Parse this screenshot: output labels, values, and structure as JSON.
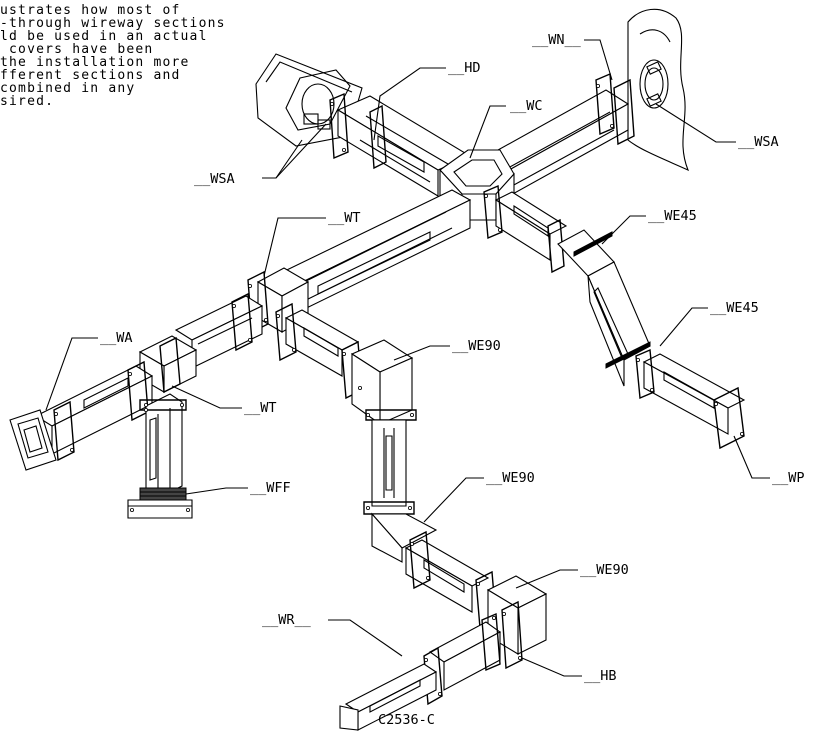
{
  "note": {
    "lines": [
      "ustrates how most of",
      "-through wireway sections",
      "ld be used in an actual",
      " covers have been",
      "the installation more",
      "fferent sections and",
      "combined in any",
      "sired."
    ]
  },
  "callouts": {
    "wn": "__WN__",
    "hd": "__HD",
    "wc": "__WC",
    "wsa_left": "__WSA",
    "wsa_right": "__WSA",
    "wt_top": "__WT",
    "we45_top": "__WE45",
    "we45_bottom": "__WE45",
    "wa": "__WA",
    "we90_mid": "__WE90",
    "wt_bottom": "__WT",
    "wp": "__WP",
    "wff": "__WFF",
    "we90_lower": "__WE90",
    "we90_bottom": "__WE90",
    "wr": "__WR__",
    "hb": "__HB"
  },
  "drawing_number": "C2536-C"
}
